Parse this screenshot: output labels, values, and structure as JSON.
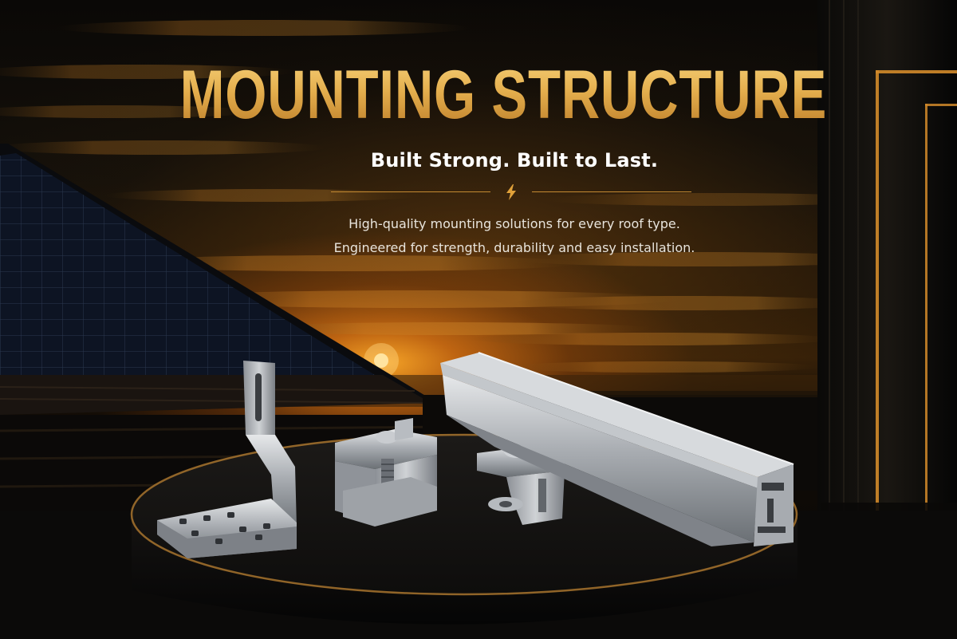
{
  "hero": {
    "title": "MOUNTING STRUCTURE",
    "tagline": "Built Strong. Built to Last.",
    "description": [
      "High-quality mounting solutions for every roof type.",
      "Engineered for strength, durability and easy installation."
    ]
  },
  "icons": {
    "divider": "lightning-bolt-icon"
  },
  "colors": {
    "title_gold": "#e2ad4c",
    "accent_gold": "#c48a32",
    "background": "#050403",
    "text_light": "#e8e4dc"
  }
}
